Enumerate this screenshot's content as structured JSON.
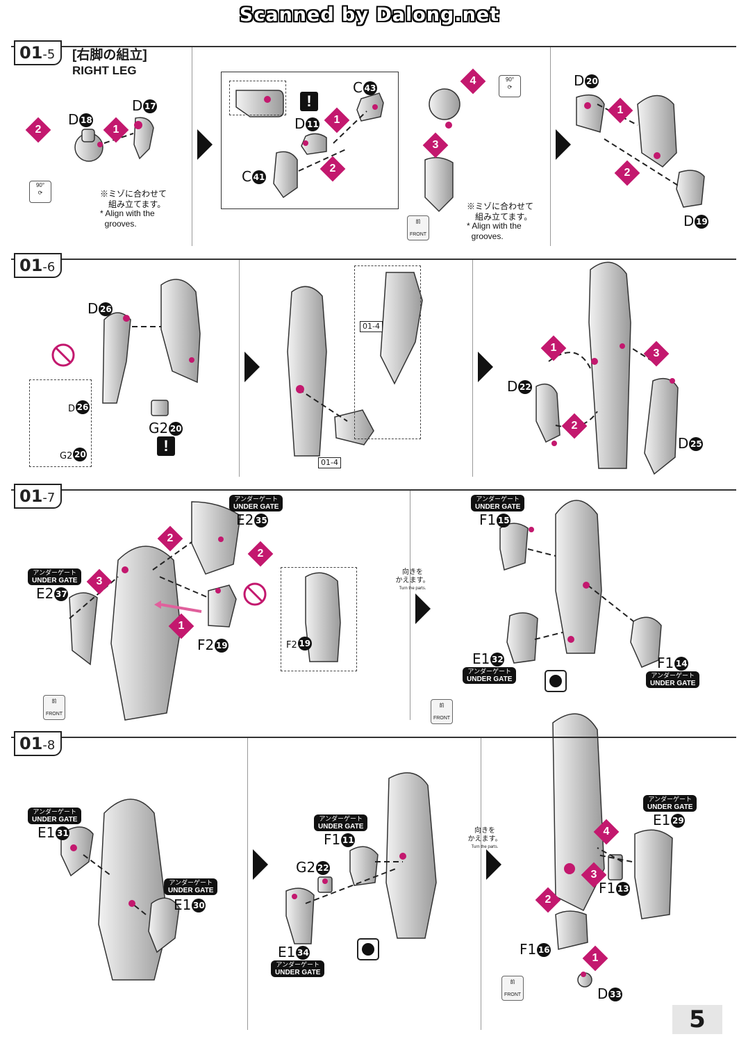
{
  "watermark": "Scanned by Dalong.net",
  "page_number": "5",
  "common": {
    "ug_jp": "アンダーゲート",
    "ug_en": "UNDER GATE",
    "turn_jp": "向きを\nかえます。",
    "turn_en": "Turn the parts.",
    "front_jp": "前",
    "front_en": "FRONT",
    "rot_label": "90°",
    "align_jp": "※ミゾに合わせて\n　組み立てます。",
    "align_en": "* Align with the\n  grooves."
  },
  "step_015": {
    "tag": "01",
    "tag_sub": "-5",
    "title_jp": "[右脚の組立]",
    "title_en": "RIGHT LEG",
    "parts": {
      "d18": "D",
      "d17": "D",
      "d11": "D",
      "c43": "C",
      "c41": "C",
      "d20": "D",
      "d19": "D"
    },
    "nums": {
      "d18": "18",
      "d17": "17",
      "d11": "11",
      "c43": "43",
      "c41": "41",
      "d20": "20",
      "d19": "19"
    },
    "markers": [
      "1",
      "2",
      "1",
      "2",
      "4",
      "3",
      "1",
      "2"
    ]
  },
  "step_016": {
    "tag": "01",
    "tag_sub": "-6",
    "parts": {
      "d26": "D",
      "d26b": "D",
      "g2_20": "G2",
      "g2_20b": "G2",
      "d22": "D",
      "d25": "D"
    },
    "nums": {
      "d26": "26",
      "g2_20": "20",
      "d22": "22",
      "d25": "25"
    },
    "refs": [
      "01-4",
      "01-4"
    ],
    "markers": [
      "1",
      "2",
      "3"
    ]
  },
  "step_017": {
    "tag": "01",
    "tag_sub": "-7",
    "parts": {
      "e2_35": "E2",
      "e2_37": "E2",
      "f2_19": "F2",
      "f2_19b": "F2",
      "f1_15": "F1",
      "e1_32": "E1",
      "f1_14": "F1"
    },
    "nums": {
      "e2_35": "35",
      "e2_37": "37",
      "f2_19": "19",
      "f1_15": "15",
      "e1_32": "32",
      "f1_14": "14"
    },
    "markers": [
      "2",
      "2",
      "3",
      "1"
    ]
  },
  "step_018": {
    "tag": "01",
    "tag_sub": "-8",
    "parts": {
      "e1_31": "E1",
      "e1_30": "E1",
      "f1_11": "F1",
      "g2_22": "G2",
      "e1_34": "E1",
      "e1_29": "E1",
      "f1_13": "F1",
      "f1_16": "F1",
      "d33": "D"
    },
    "nums": {
      "e1_31": "31",
      "e1_30": "30",
      "f1_11": "11",
      "g2_22": "22",
      "e1_34": "34",
      "e1_29": "29",
      "f1_13": "13",
      "f1_16": "16",
      "d33": "33"
    },
    "markers": [
      "4",
      "3",
      "2",
      "1"
    ]
  },
  "colors": {
    "accent": "#c3186e",
    "ink": "#111111",
    "part_fill": "#d9d9d9",
    "part_stroke": "#333333"
  }
}
